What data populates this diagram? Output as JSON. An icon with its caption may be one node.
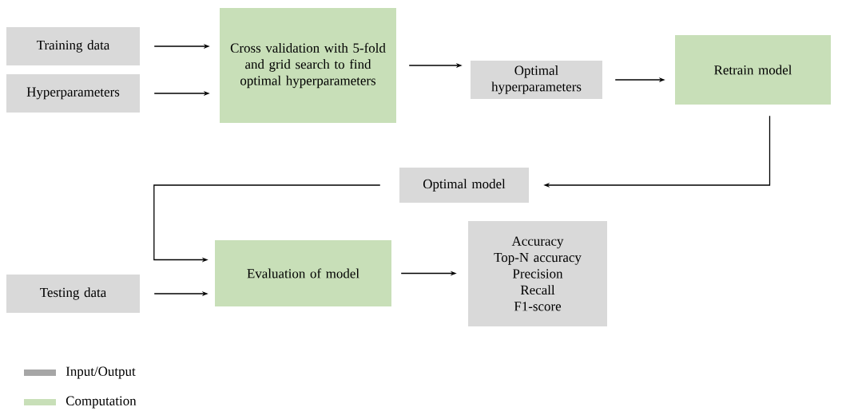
{
  "diagram": {
    "nodes": [
      {
        "text": [
          "Training data"
        ]
      },
      {
        "text": [
          "Hyperparameters"
        ]
      },
      {
        "text": [
          "Cross validation with 5-fold and grid search to find optimal hyperparameters"
        ]
      },
      {
        "text": [
          "Optimal hyperparameters"
        ]
      },
      {
        "text": [
          "Retrain model"
        ]
      },
      {
        "text": [
          "Optimal model"
        ]
      },
      {
        "text": [
          "Evaluation of model"
        ]
      },
      {
        "text": [
          "Testing data"
        ]
      },
      {
        "text": [
          "Accuracy",
          "Top-N accuracy",
          "Precision",
          "Recall",
          "F1-score"
        ]
      }
    ],
    "edges": [
      {
        "from": 0,
        "to": 2,
        "arrow": "to"
      },
      {
        "from": 1,
        "to": 2,
        "arrow": "to"
      },
      {
        "from": 2,
        "to": 3,
        "arrow": "to"
      },
      {
        "from": 3,
        "to": 4,
        "arrow": "to"
      },
      {
        "from": 4,
        "to": 5,
        "arrow": "to"
      },
      {
        "from": 5,
        "to": 6,
        "arrow": "to"
      },
      {
        "from": 7,
        "to": 6,
        "arrow": "to"
      },
      {
        "from": 6,
        "to": 8,
        "arrow": "to"
      }
    ],
    "legend": [
      {
        "text": "Input/Output",
        "color": "#a6a6a6"
      },
      {
        "text": "Computation",
        "color": "#c8dfb8"
      }
    ]
  }
}
